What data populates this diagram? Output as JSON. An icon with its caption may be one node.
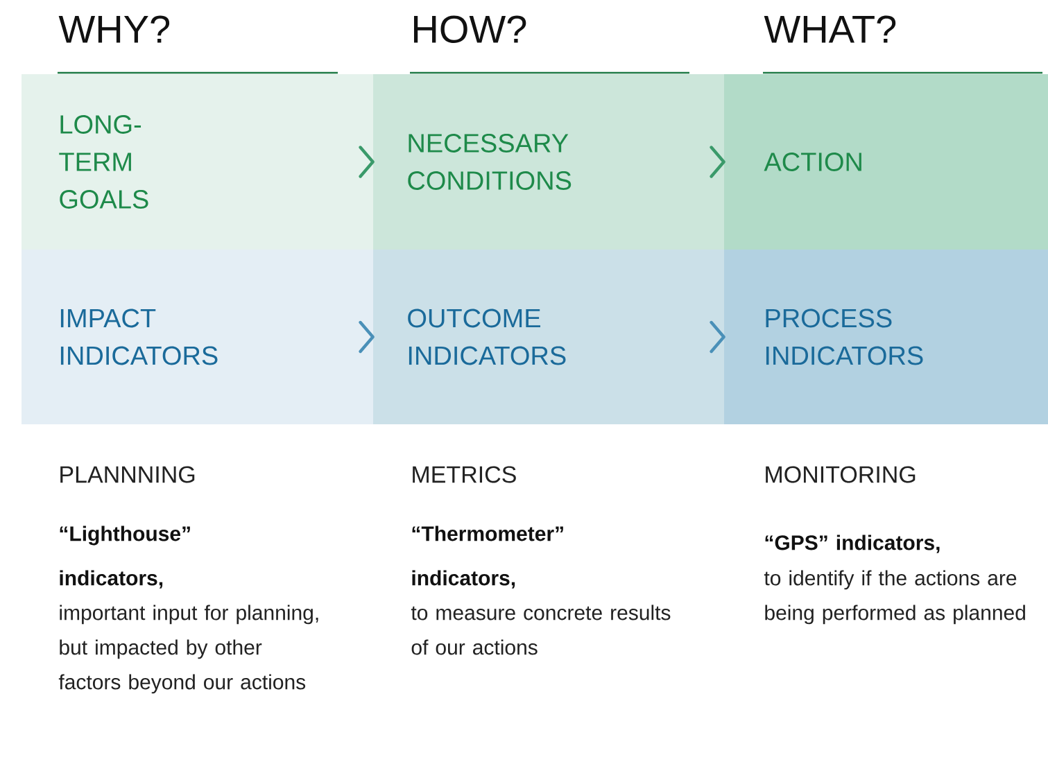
{
  "diagram": {
    "nodes": [
      {
        "text": [
          "LONG-TERM GOALS"
        ]
      },
      {
        "text": [
          "NECESSARY CONDITIONS"
        ]
      },
      {
        "text": [
          "ACTION"
        ]
      },
      {
        "text": [
          "IMPACT INDICATORS"
        ]
      },
      {
        "text": [
          "OUTCOME INDICATORS"
        ]
      },
      {
        "text": [
          "PROCESS INDICATORS"
        ]
      }
    ],
    "edges": [
      {
        "from": 0,
        "to": 1,
        "arrow": "to"
      },
      {
        "from": 1,
        "to": 2,
        "arrow": "to"
      },
      {
        "from": 3,
        "to": 4,
        "arrow": "to",
        "color": "#4a90b8"
      },
      {
        "from": 4,
        "to": 5,
        "arrow": "to",
        "color": "#4a90b8"
      }
    ],
    "labels": [
      "WHY?",
      "HOW?",
      "WHAT?",
      "PLANNNING",
      "METRICS",
      "MONITORING",
      "“Lighthouse” indicators,",
      "“Thermometer” indicators,",
      "“GPS” indicators,",
      "important input for planning, but impacted by other factors beyond our actions",
      "to measure concrete results of our actions",
      "to identify if the actions are being performed as planned"
    ]
  }
}
